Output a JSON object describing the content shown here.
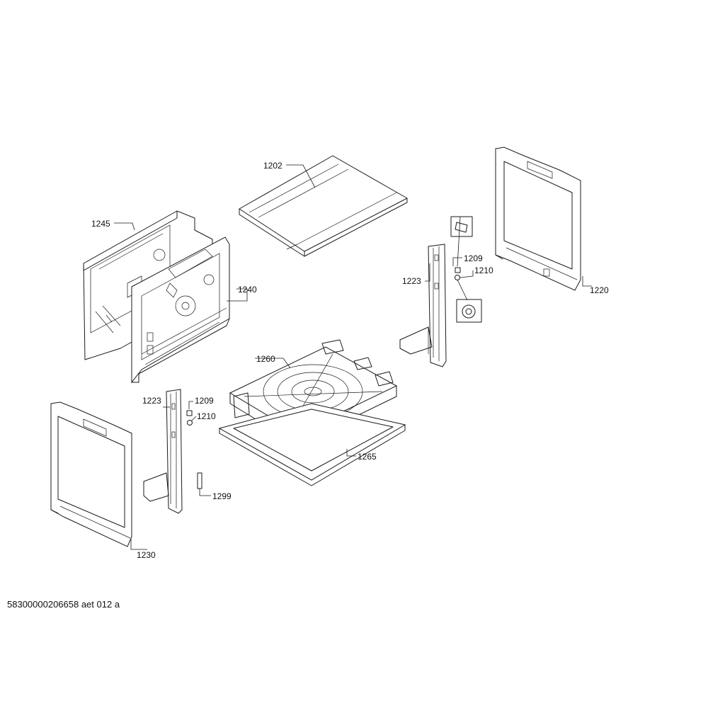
{
  "document_id": "58300000206658 aet 012 a",
  "callouts": {
    "c1202": "1202",
    "c1245": "1245",
    "c1240": "1240",
    "c1209a": "1209",
    "c1210a": "1210",
    "c1223a": "1223",
    "c1220": "1220",
    "c1260": "1260",
    "c1223b": "1223",
    "c1209b": "1209",
    "c1210b": "1210",
    "c1265": "1265",
    "c1299": "1299",
    "c1230": "1230"
  }
}
